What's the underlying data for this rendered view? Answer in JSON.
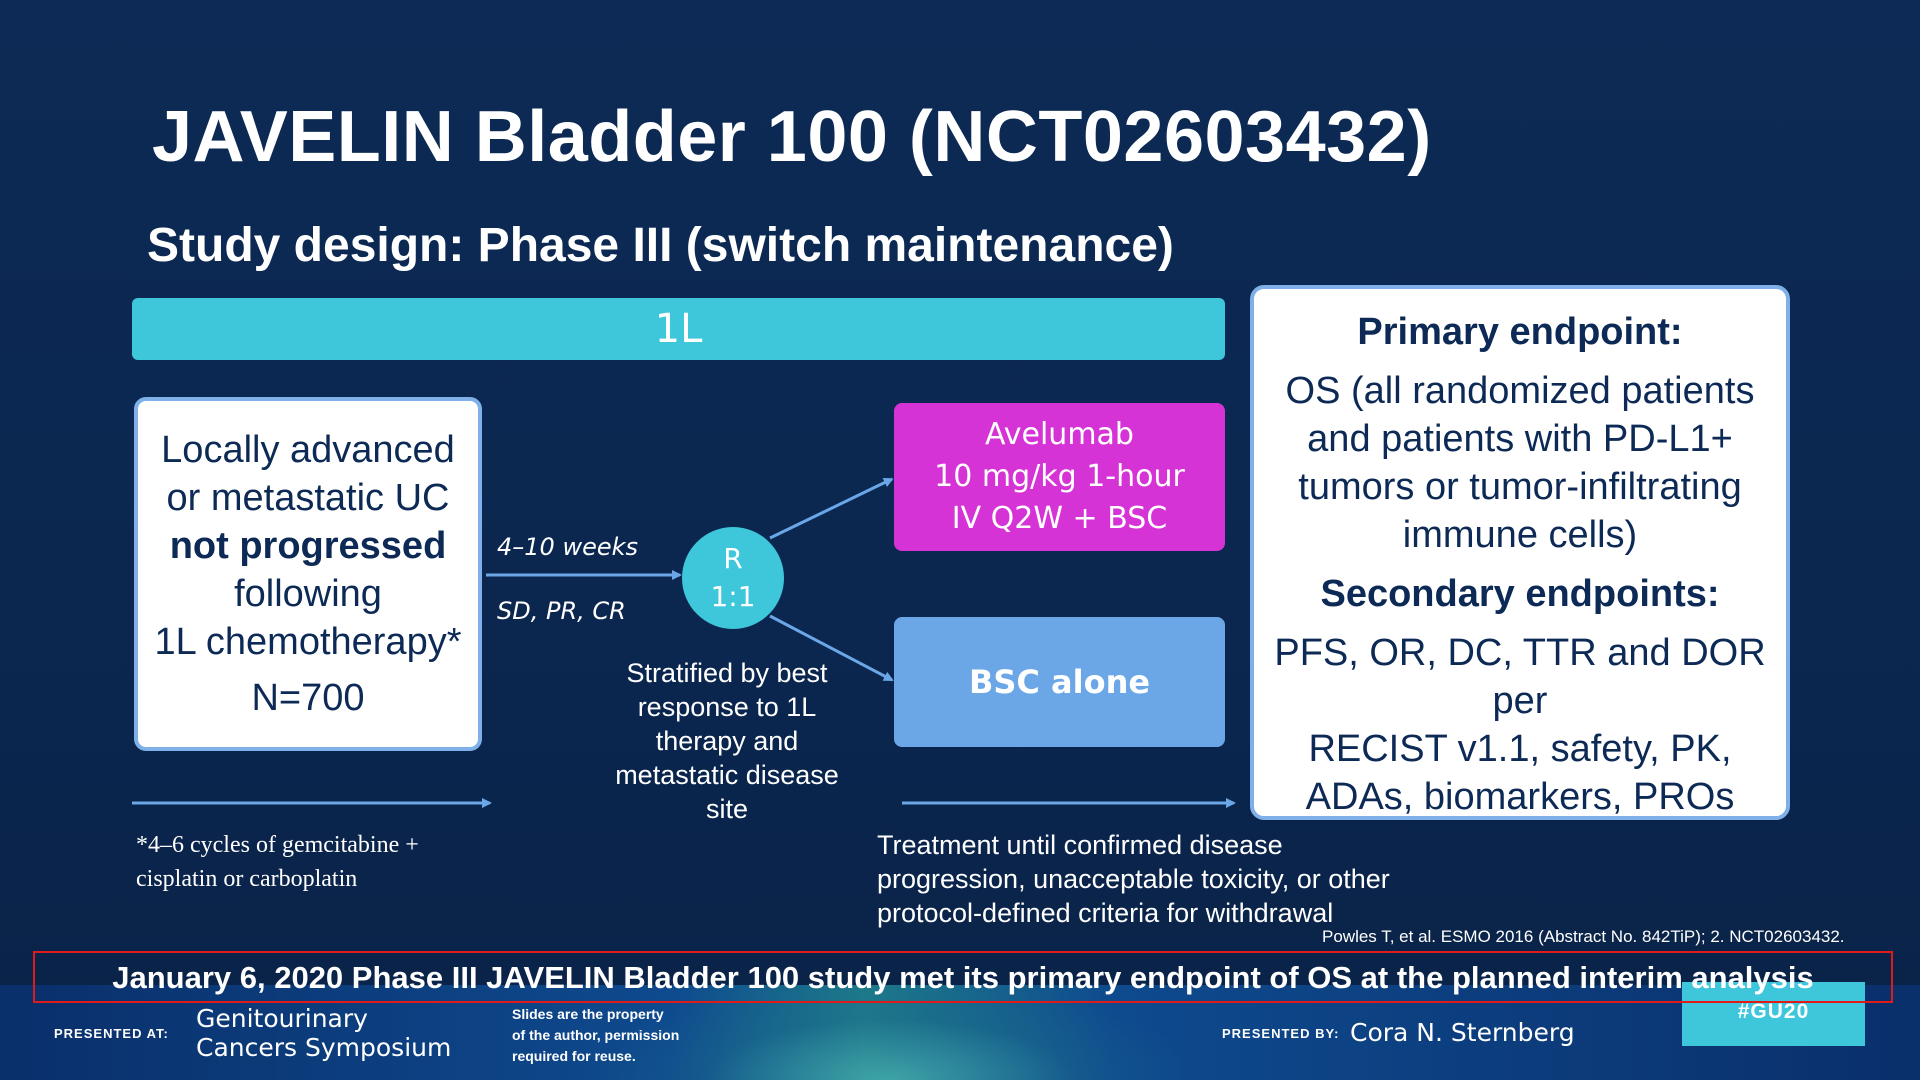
{
  "slide": {
    "title": "JAVELIN Bladder 100 (NCT02603432)",
    "subtitle": "Study design: Phase III (switch maintenance)",
    "band_label": "1L"
  },
  "patient_box": {
    "line1": "Locally advanced",
    "line2": "or metastatic UC",
    "line3": "not progressed",
    "line4": "following",
    "line5": "1L chemotherapy*",
    "line6": "N=700"
  },
  "arrow_labels": {
    "weeks": "4–10 weeks",
    "response": "SD, PR, CR"
  },
  "randomization": {
    "letter": "R",
    "ratio": "1:1",
    "stratification": "Stratified by best response to 1L therapy and metastatic disease site"
  },
  "arms": {
    "arm_a_line1": "Avelumab",
    "arm_a_line2": "10 mg/kg 1-hour",
    "arm_a_line3": "IV Q2W + BSC",
    "arm_b": "BSC alone"
  },
  "endpoints": {
    "primary_heading": "Primary endpoint:",
    "primary_line1": "OS (all randomized patients",
    "primary_line2": "and patients with PD-L1+",
    "primary_line3": "tumors or tumor-infiltrating",
    "primary_line4": "immune cells)",
    "secondary_heading": "Secondary endpoints:",
    "secondary_line1": "PFS, OR, DC, TTR and DOR",
    "secondary_line2": "per",
    "secondary_line3": "RECIST v1.1, safety, PK,",
    "secondary_line4": "ADAs, biomarkers, PROs"
  },
  "footnote": "*4–6 cycles of gemcitabine + cisplatin or carboplatin",
  "treatment_note": "Treatment until confirmed disease progression, unacceptable toxicity, or other protocol-defined criteria for withdrawal",
  "reference": "Powles T, et al. ESMO 2016 (Abstract No. 842TiP); 2. NCT02603432.",
  "banner": "January 6, 2020 Phase III JAVELIN Bladder 100 study met its primary endpoint of OS at the planned interim analysis",
  "footer": {
    "presented_at": "PRESENTED AT:",
    "symposium_line1": "Genitourinary",
    "symposium_line2": "Cancers Symposium",
    "property_line1": "Slides are the property",
    "property_line2": "of the author, permission",
    "property_line3": "required for reuse.",
    "presented_by": "PRESENTED BY:",
    "presenter": "Cora N. Sternberg",
    "hashtag": "#GU20"
  },
  "colors": {
    "background": "#0c2a55",
    "cyan": "#3ec6db",
    "magenta": "#d633d6",
    "arm_blue": "#6ba7e6",
    "box_border": "#7fb1e8",
    "banner_border": "#e01b1b"
  }
}
